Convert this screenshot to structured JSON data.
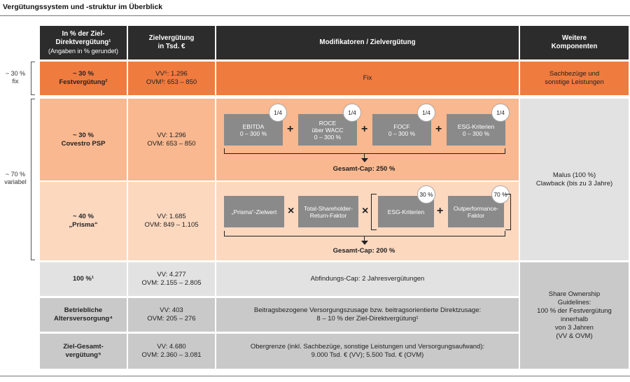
{
  "title": "Vergütungssystem und -struktur im Überblick",
  "headers": {
    "col1_line1": "In % der Ziel-",
    "col1_line2": "Direktvergütung¹",
    "col1_line3": "(Angaben in % gerundet)",
    "col2_line1": "Zielvergütung",
    "col2_line2": "in Tsd. €",
    "col3": "Modifikatoren / Zielvergütung",
    "col4_line1": "Weitere",
    "col4_line2": "Komponenten"
  },
  "side_labels": {
    "fix_line1": "~ 30 %",
    "fix_line2": "fix",
    "var_line1": "~ 70 %",
    "var_line2": "variabel"
  },
  "rows": {
    "fest": {
      "pct": "~ 30 %",
      "name": "Festvergütung²",
      "vv": "VV⁵: 1.296",
      "ovm": "OVM³: 653 – 850",
      "modifier": "Fix",
      "extra_line1": "Sachbezüge und",
      "extra_line2": "sonstige Leistungen"
    },
    "psp": {
      "pct": "~ 30 %",
      "name": "Covestro PSP",
      "vv": "VV: 1.296",
      "ovm": "OVM: 653 – 850",
      "boxes": [
        {
          "line1": "EBITDA",
          "line2": "0 – 300 %",
          "badge": "1/4"
        },
        {
          "line1": "ROCE",
          "line2": "über WACC",
          "line3": "0 – 300 %",
          "badge": "1/4"
        },
        {
          "line1": "FOCF",
          "line2": "0 – 300 %",
          "badge": "1/4"
        },
        {
          "line1": "ESG-Kriterien",
          "line2": "0 – 300 %",
          "badge": "1/4"
        }
      ],
      "plus": "+",
      "cap": "Gesamt-Cap: 250 %"
    },
    "prisma": {
      "pct": "~ 40 %",
      "name": "„Prisma“",
      "vv": "VV: 1.685",
      "ovm": "OVM: 849 – 1.105",
      "box1": "„Prisma“-Zielwert",
      "box2_line1": "Total-Shareholder-",
      "box2_line2": "Return-Faktor",
      "box3": "ESG-Kriterien",
      "box3_badge": "30 %",
      "box4_line1": "Outperformance-",
      "box4_line2": "Faktor",
      "box4_badge": "70 %",
      "times": "×",
      "plus": "+",
      "cap": "Gesamt-Cap: 200 %"
    },
    "malus_line1": "Malus (100 %)",
    "malus_line2": "Clawback (bis zu 3 Jahre)",
    "hundred": {
      "pct": "100 %¹",
      "vv": "VV: 4.277",
      "ovm": "OVM: 2.155 – 2.805",
      "modifier": "Abfindungs-Cap: 2 Jahresvergütungen"
    },
    "bav": {
      "name_line1": "Betriebliche",
      "name_line2": "Altersversorgung⁴",
      "vv": "VV: 403",
      "ovm": "OVM: 205 – 276",
      "modifier_line1": "Beitragsbezogene Versorgungszusage bzw. beitragsorientierte Direktzusage:",
      "modifier_line2": "8 – 10 % der Ziel-Direktvergütung¹"
    },
    "total": {
      "name_line1": "Ziel-Gesamt-",
      "name_line2": "vergütung⁵",
      "vv": "VV: 4.680",
      "ovm": "OVM: 2.360 – 3.081",
      "modifier_line1": "Obergrenze (inkl. Sachbezüge, sonstige Leistungen und Versorgungsaufwand):",
      "modifier_line2": "9.000 Tsd. € (VV); 5.500 Tsd. € (OVM)"
    },
    "share_line1": "Share Ownership",
    "share_line2": "Guidelines:",
    "share_line3": "100 % der Festvergütung",
    "share_line4": "innerhalb",
    "share_line5": "von 3 Jahren",
    "share_line6": "(VV & OVM)"
  },
  "colors": {
    "header": "#2c2c2c",
    "orange": "#f07b3f",
    "peach_dark": "#f9b88f",
    "peach_light": "#fcd8bf",
    "light_gray": "#e2e2e2",
    "mid_gray": "#c9c9c9",
    "box_gray": "#8a8a8a"
  }
}
